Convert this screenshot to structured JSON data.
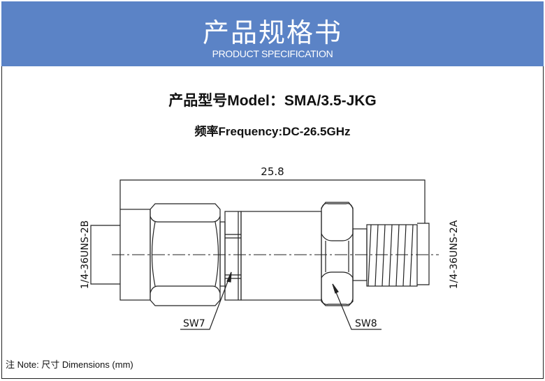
{
  "header": {
    "title": "产品规格书",
    "subtitle": "PRODUCT SPECIFICATION",
    "color": "#5b83c6"
  },
  "model": "产品型号Model：SMA/3.5-JKG",
  "frequency": "频率Frequency:DC-26.5GHz",
  "drawing": {
    "length_dim": "25.8",
    "left_thread": "1/4-36UNS-2B",
    "right_thread": "1/4-36UNS-2A",
    "wrench_left": "SW7",
    "wrench_right": "SW8"
  },
  "note": "注 Note:  尺寸 Dimensions (mm)"
}
